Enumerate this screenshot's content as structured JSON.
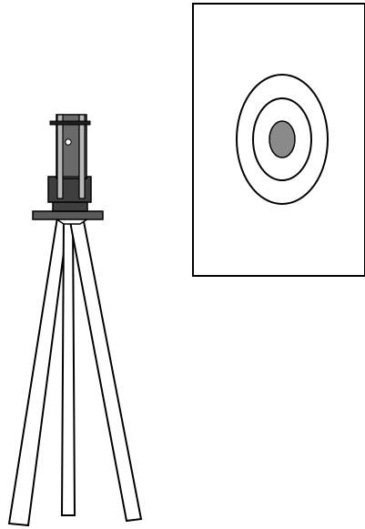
{
  "diagram": {
    "colors": {
      "background": "#ffffff",
      "stroke": "#000000",
      "camera_dark": "#3f3f3f",
      "camera_mid": "#7b7b7b",
      "camera_light": "#b9b9b9",
      "target_center": "#8a8a8a"
    },
    "elements": {
      "tripod": "tripod",
      "camera": "camera",
      "target_board": "target-board"
    }
  }
}
